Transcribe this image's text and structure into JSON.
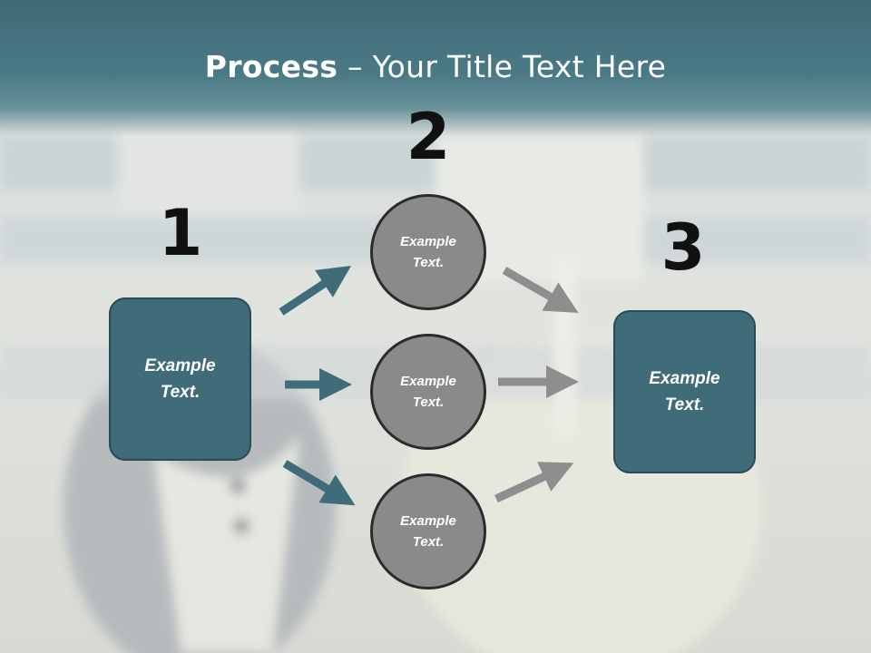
{
  "title": {
    "bold": "Process",
    "rest": " – Your Title Text Here"
  },
  "steps": [
    {
      "number": "1",
      "text": "Example\nText."
    },
    {
      "number": "2"
    },
    {
      "number": "3",
      "text": "Example\nText."
    }
  ],
  "circles": [
    {
      "text": "Example\nText."
    },
    {
      "text": "Example\nText."
    },
    {
      "text": "Example\nText."
    }
  ],
  "colors": {
    "teal": "#3f6c78",
    "gray_arrow": "#8e8e8e",
    "circle": "#8a8a8a"
  }
}
